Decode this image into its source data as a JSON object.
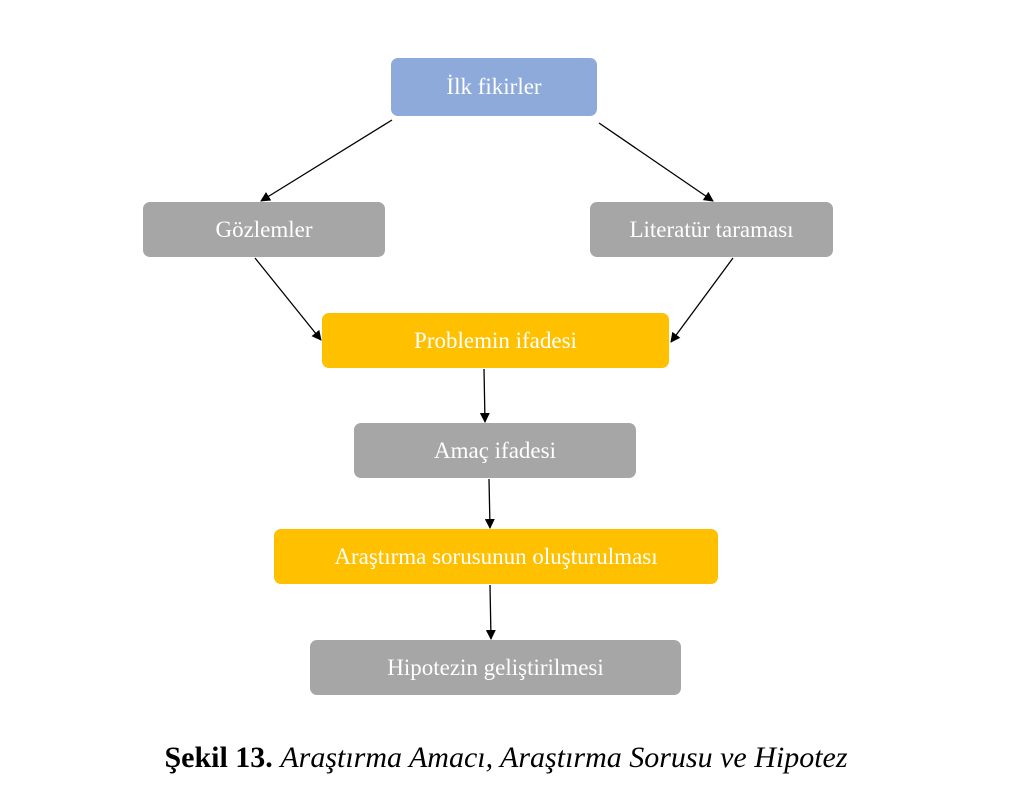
{
  "colors": {
    "start": "#8eaadb",
    "neutral": "#a6a6a6",
    "highlight": "#ffc000",
    "node_text": "#ffffff",
    "arrow": "#000000"
  },
  "nodes": [
    {
      "id": "n1",
      "label": "İlk fikirler",
      "style": "start"
    },
    {
      "id": "n2",
      "label": "Gözlemler",
      "style": "neutral"
    },
    {
      "id": "n3",
      "label": "Literatür taraması",
      "style": "neutral"
    },
    {
      "id": "n4",
      "label": "Problemin ifadesi",
      "style": "highlight"
    },
    {
      "id": "n5",
      "label": "Amaç ifadesi",
      "style": "neutral"
    },
    {
      "id": "n6",
      "label": "Araştırma sorusunun oluşturulması",
      "style": "highlight"
    },
    {
      "id": "n7",
      "label": "Hipotezin geliştirilmesi",
      "style": "neutral"
    }
  ],
  "edges": [
    {
      "from": "n1",
      "to": "n2"
    },
    {
      "from": "n1",
      "to": "n3"
    },
    {
      "from": "n2",
      "to": "n4"
    },
    {
      "from": "n3",
      "to": "n4"
    },
    {
      "from": "n4",
      "to": "n5"
    },
    {
      "from": "n5",
      "to": "n6"
    },
    {
      "from": "n6",
      "to": "n7"
    }
  ],
  "caption": {
    "label": "Şekil 13.",
    "text": "Araştırma Amacı, Araştırma Sorusu ve Hipotez"
  }
}
